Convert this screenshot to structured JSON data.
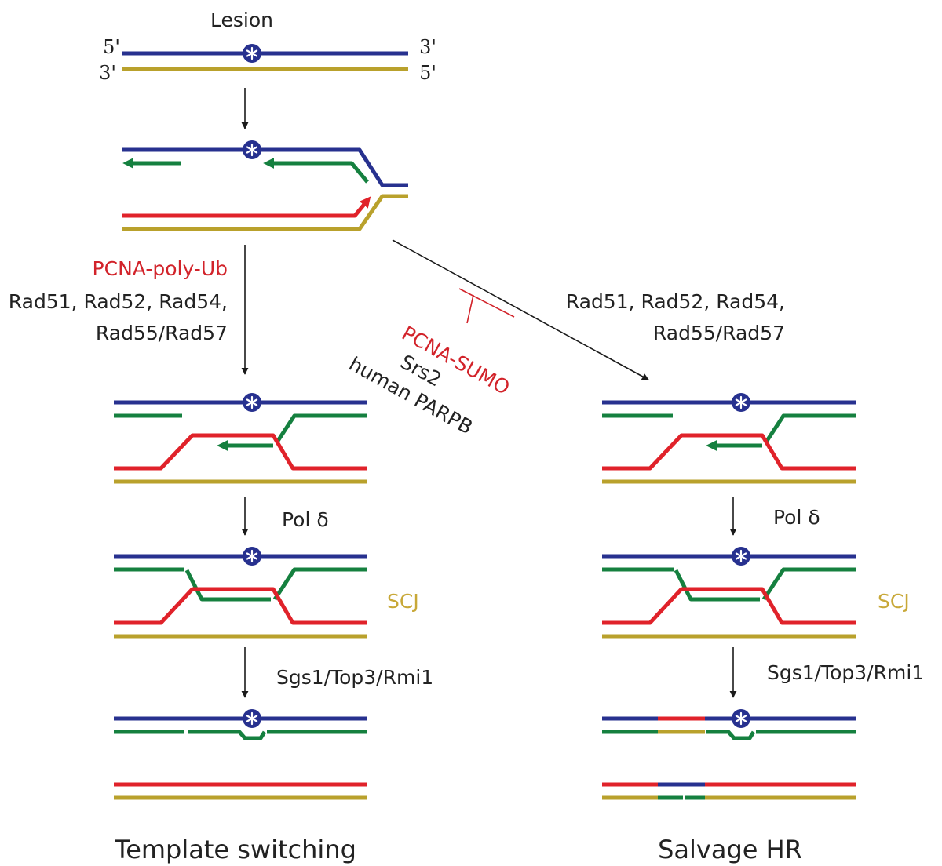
{
  "colors": {
    "blue": "#27318f",
    "gold": "#b9a12c",
    "green": "#15803f",
    "red": "#e0222a",
    "black_text": "#222222",
    "red_text": "#d2232a",
    "gold_text": "#c8a838"
  },
  "icons": {
    "lesion": "asterisk-circle-icon"
  },
  "header": {
    "lesion": "Lesion",
    "end_top_left": "5'",
    "end_top_right": "3'",
    "end_bottom_left": "3'",
    "end_bottom_right": "5'"
  },
  "left_branch": {
    "signal": "PCNA-poly-Ub",
    "factors_line1": "Rad51, Rad52, Rad54,",
    "factors_line2": "Rad55/Rad57",
    "step_pol": "Pol δ",
    "scj": "SCJ",
    "step_resolve": "Sgs1/Top3/Rmi1",
    "title": "Template switching"
  },
  "inhibition": {
    "signal": "PCNA-SUMO",
    "factor1": "Srs2",
    "factor2": "human PARPB"
  },
  "right_branch": {
    "factors_line1": "Rad51, Rad52, Rad54,",
    "factors_line2": "Rad55/Rad57",
    "step_pol": "Pol δ",
    "scj": "SCJ",
    "step_resolve": "Sgs1/Top3/Rmi1",
    "title": "Salvage HR"
  }
}
